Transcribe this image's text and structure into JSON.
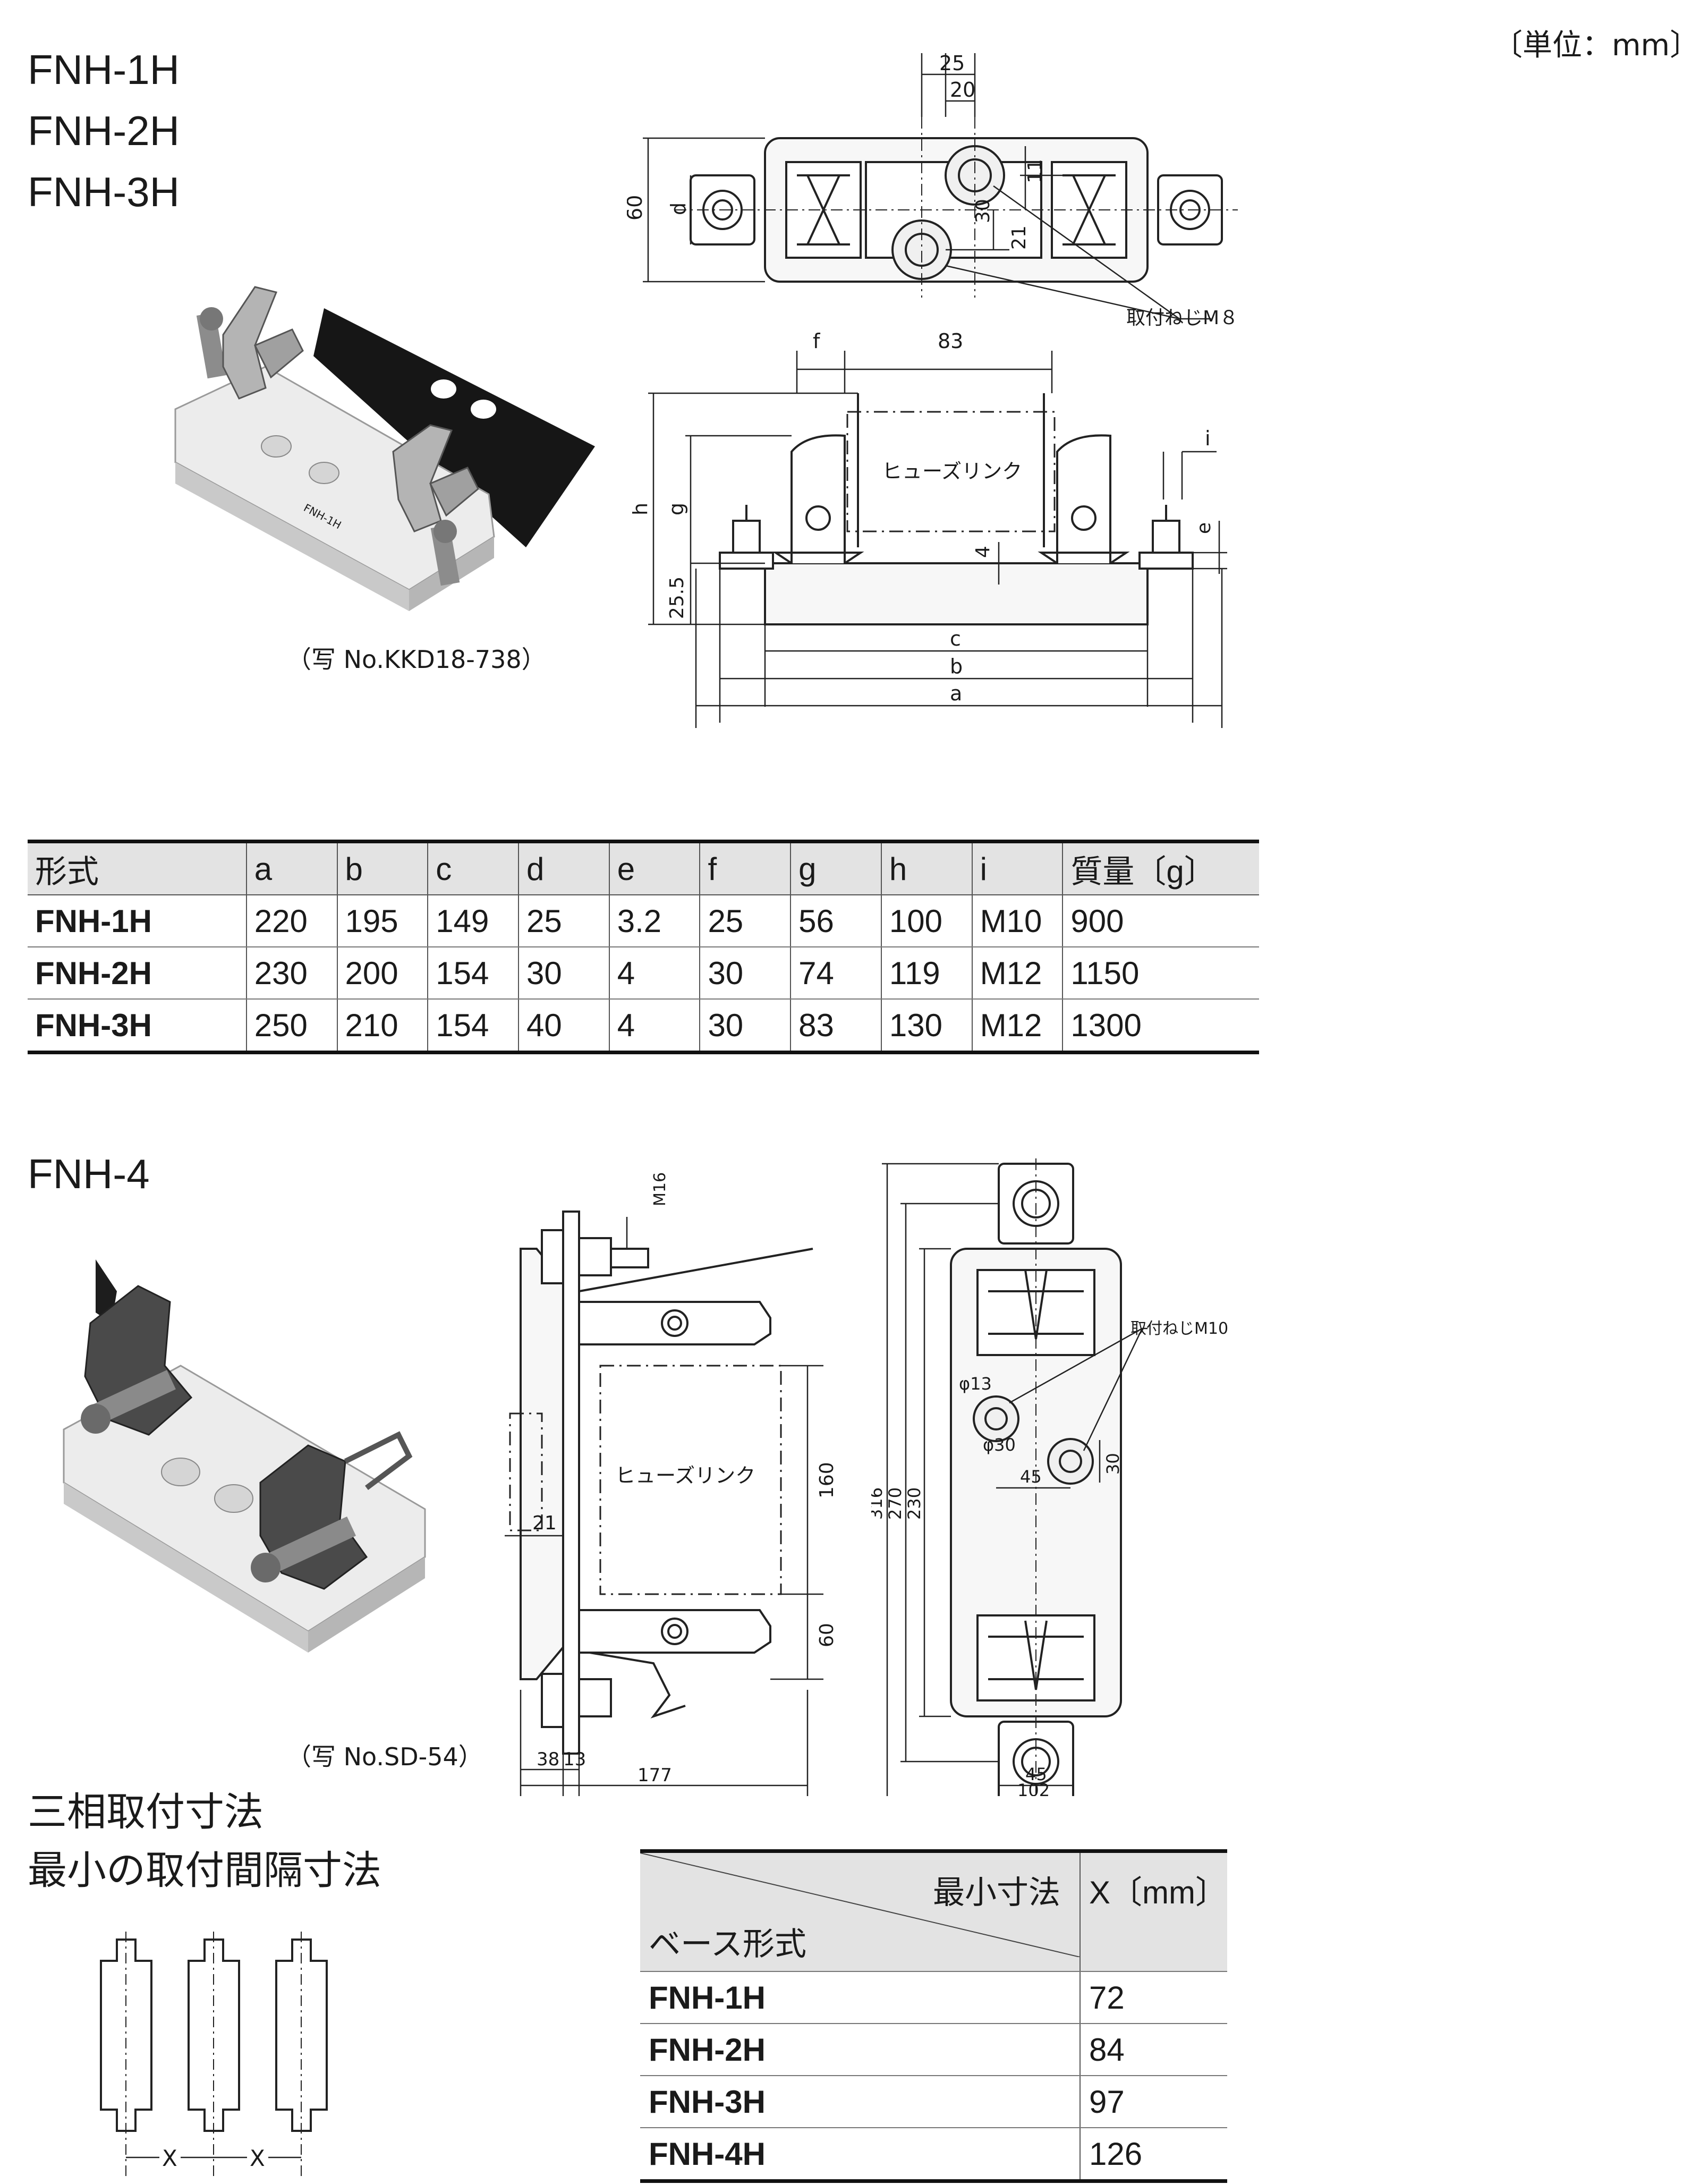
{
  "unit_label": "〔単位：mm〕",
  "top_section": {
    "series_lines": [
      "FNH-1H",
      "FNH-2H",
      "FNH-3H"
    ],
    "photo_caption": "（写 No.KKD18-738）",
    "photo_product_mark": "FNH-1H",
    "top_view": {
      "dims": {
        "d25": "25",
        "d20": "20",
        "d11": "11",
        "d30": "30",
        "d21": "21",
        "d60": "60",
        "dd": "d"
      },
      "mount_label": "取付ねじM８"
    },
    "side_view": {
      "dims": {
        "f": "f",
        "d83": "83",
        "i": "i",
        "h": "h",
        "g": "g",
        "d4": "4",
        "e": "e",
        "d25_5": "25.5",
        "c": "c",
        "b": "b",
        "a": "a"
      },
      "fuse_label": "ヒューズリンク"
    }
  },
  "spec_table": {
    "headers": [
      "形式",
      "a",
      "b",
      "c",
      "d",
      "e",
      "f",
      "g",
      "h",
      "i",
      "質量〔g〕"
    ],
    "rows": [
      [
        "FNH-1H",
        "220",
        "195",
        "149",
        "25",
        "3.2",
        "25",
        "56",
        "100",
        "M10",
        "900"
      ],
      [
        "FNH-2H",
        "230",
        "200",
        "154",
        "30",
        "4",
        "30",
        "74",
        "119",
        "M12",
        "1150"
      ],
      [
        "FNH-3H",
        "250",
        "210",
        "154",
        "40",
        "4",
        "30",
        "83",
        "130",
        "M12",
        "1300"
      ]
    ]
  },
  "fnh4_section": {
    "title": "FNH-4",
    "photo_caption": "（写 No.SD-54）",
    "side_view": {
      "dims": {
        "m16": "M16",
        "d160": "160",
        "d21": "21",
        "d60": "60",
        "d38": "38",
        "d13": "13",
        "d177": "177"
      },
      "fuse_label": "ヒューズリンク"
    },
    "front_view": {
      "dims": {
        "d316": "316",
        "d270": "270",
        "d230": "230",
        "phi13": "φ13",
        "phi30": "φ30",
        "d30": "30",
        "d45": "45",
        "d45b": "45",
        "d102": "102"
      },
      "mount_label": "取付ねじM10"
    }
  },
  "spacing_section": {
    "title_line1": "三相取付寸法",
    "title_line2": "最小の取付間隔寸法",
    "x_label_1": "X",
    "x_label_2": "X"
  },
  "spacing_table": {
    "corner_top": "最小寸法",
    "corner_bottom": "ベース形式",
    "x_header": "X〔mm〕",
    "rows": [
      [
        "FNH-1H",
        "72"
      ],
      [
        "FNH-2H",
        "84"
      ],
      [
        "FNH-3H",
        "97"
      ],
      [
        "FNH-4H",
        "126"
      ]
    ]
  }
}
